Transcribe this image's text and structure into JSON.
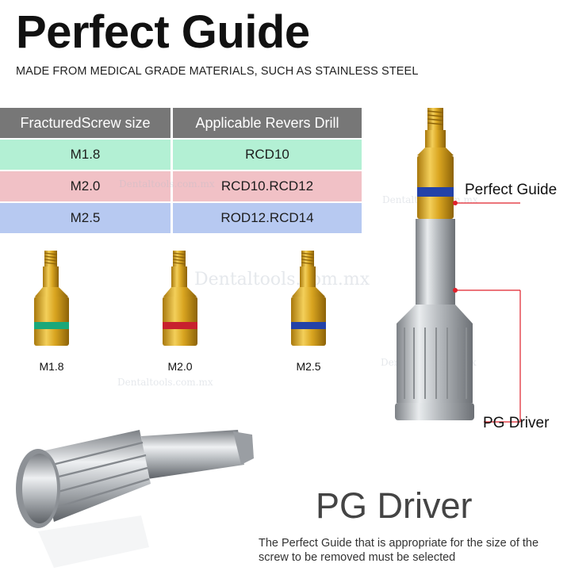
{
  "title": "Perfect Guide",
  "subtitle": "MADE FROM MEDICAL GRADE MATERIALS, SUCH AS STAINLESS STEEL",
  "table": {
    "headers": [
      "FracturedScrew size",
      "Applicable Revers Drill"
    ],
    "rows": [
      {
        "size": "M1.8",
        "drill": "RCD10",
        "color": "#b3f0d4"
      },
      {
        "size": "M2.0",
        "drill": "RCD10.RCD12",
        "color": "#f1c1c6"
      },
      {
        "size": "M2.5",
        "drill": "ROD12.RCD14",
        "color": "#b7c9f1"
      }
    ],
    "header_color": "#777777"
  },
  "guides": [
    {
      "label": "M1.8",
      "band_color": "#1aa87a"
    },
    {
      "label": "M2.0",
      "band_color": "#c8202e"
    },
    {
      "label": "M2.5",
      "band_color": "#2342a8"
    }
  ],
  "callouts": {
    "perfect_guide": "Perfect Guide",
    "pg_driver": "PG Driver"
  },
  "pg_heading": "PG Driver",
  "description": "The Perfect Guide that is appropriate for the size of the screw to be removed must be selected",
  "watermark": "Dentaltools.com.mx",
  "colors": {
    "gold": "#d9a520",
    "steel": "#b8bcc0",
    "callout_line": "#e0202a"
  }
}
